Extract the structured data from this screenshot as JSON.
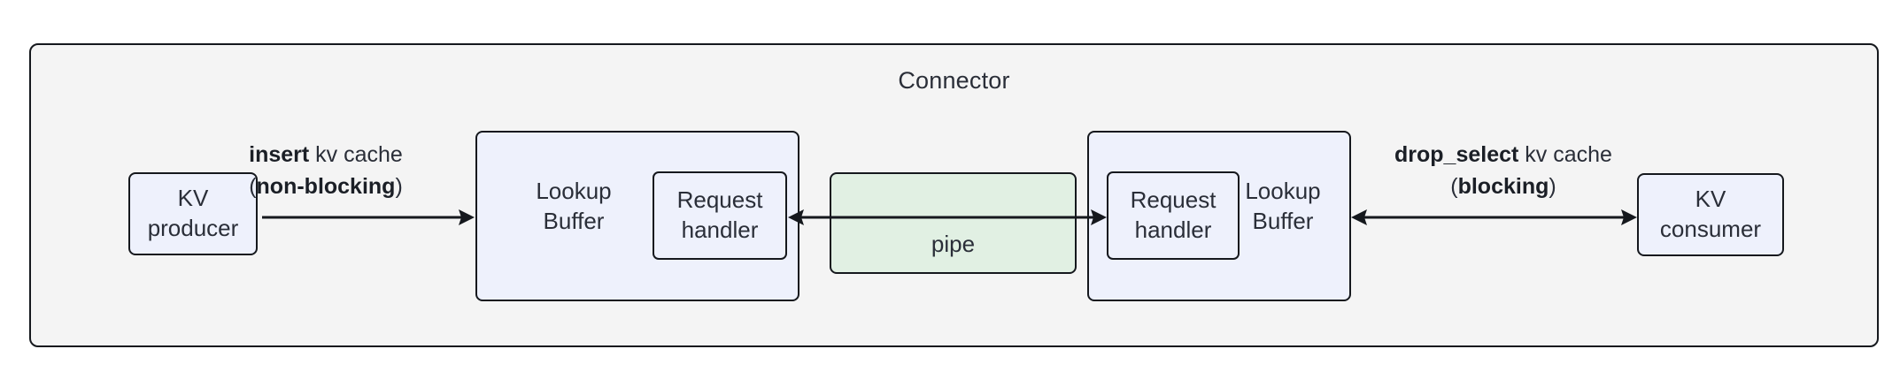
{
  "diagram": {
    "title": "Connector",
    "container_label": "Connector",
    "colors": {
      "container_fill": "#f4f4f4",
      "node_fill_blue": "#eef1fc",
      "node_fill_green": "#e1f0e3",
      "stroke": "#15181d",
      "text": "#2a2e38"
    },
    "nodes": {
      "kv_producer": {
        "line1": "KV",
        "line2": "producer"
      },
      "kv_consumer": {
        "line1": "KV",
        "line2": "consumer"
      },
      "lookup_buffer_left": {
        "line1": "Lookup",
        "line2": "Buffer"
      },
      "lookup_buffer_right": {
        "line1": "Lookup",
        "line2": "Buffer"
      },
      "request_handler_left": {
        "line1": "Request",
        "line2": "handler"
      },
      "request_handler_right": {
        "line1": "Request",
        "line2": "handler"
      },
      "pipe": {
        "label": "pipe"
      }
    },
    "edges": {
      "insert": {
        "line1_bold": "insert",
        "line1_rest": " kv cache",
        "line2_open": "(",
        "line2_bold": "non-blocking",
        "line2_close": ")",
        "direction": "right"
      },
      "drop_select": {
        "line1_bold": "drop_select",
        "line1_rest": " kv cache",
        "line2_open": "(",
        "line2_bold": "blocking",
        "line2_close": ")",
        "direction": "both"
      },
      "pipe_link": {
        "direction": "both"
      }
    }
  }
}
